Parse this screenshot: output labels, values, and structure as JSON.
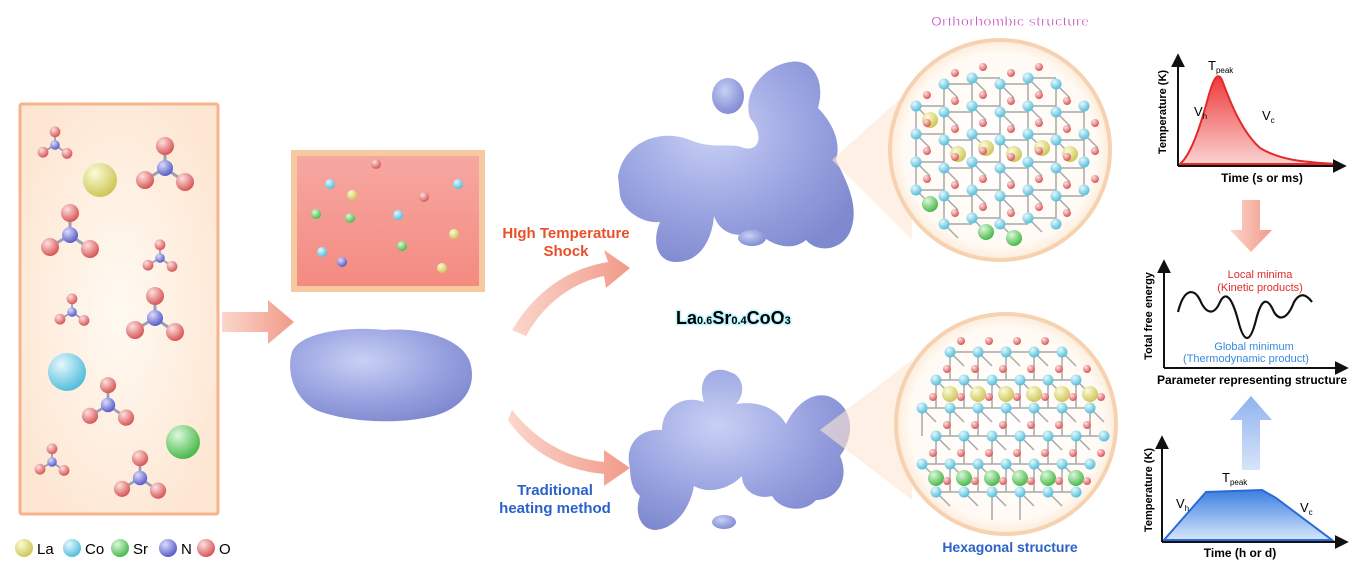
{
  "legend": [
    {
      "symbol": "La",
      "color": "#e6e07a"
    },
    {
      "symbol": "Co",
      "color": "#8fd8ea"
    },
    {
      "symbol": "Sr",
      "color": "#7fd67f"
    },
    {
      "symbol": "N",
      "color": "#7a7ee0"
    },
    {
      "symbol": "O",
      "color": "#ee7f7f"
    }
  ],
  "process": {
    "hts": {
      "line1": "HIgh Temperature",
      "line2": "Shock",
      "color": "#e8502a"
    },
    "traditional": {
      "line1": "Traditional",
      "line2": "heating method",
      "color": "#2a62c8"
    }
  },
  "compound": {
    "base": "La",
    "s1": "0.6",
    "m1": "Sr",
    "s2": "0.4",
    "m2": "CoO",
    "s3": "3"
  },
  "structures": {
    "top": {
      "label": "Orthorhombic structure",
      "color": "#c040c0"
    },
    "bottom": {
      "label": "Hexagonal structure",
      "color": "#2a62c8"
    }
  },
  "plots": {
    "top": {
      "ylabel": "Temperature (K)",
      "xlabel": "Time (s or ms)",
      "peak": "T",
      "peak_sub": "peak",
      "vh": "V",
      "vh_sub": "h",
      "vc": "V",
      "vc_sub": "c"
    },
    "middle": {
      "ylabel": "Total free energy",
      "xlabel": "Parameter representing structure",
      "local1": "Local minima",
      "local2": "(Kinetic products)",
      "global1": "Global minimum",
      "global2": "(Thermodynamic product)"
    },
    "bottom": {
      "ylabel": "Temperature (K)",
      "xlabel": "Time (h or d)",
      "peak": "T",
      "peak_sub": "peak",
      "vh": "V",
      "vh_sub": "h",
      "vc": "V",
      "vc_sub": "c"
    }
  }
}
